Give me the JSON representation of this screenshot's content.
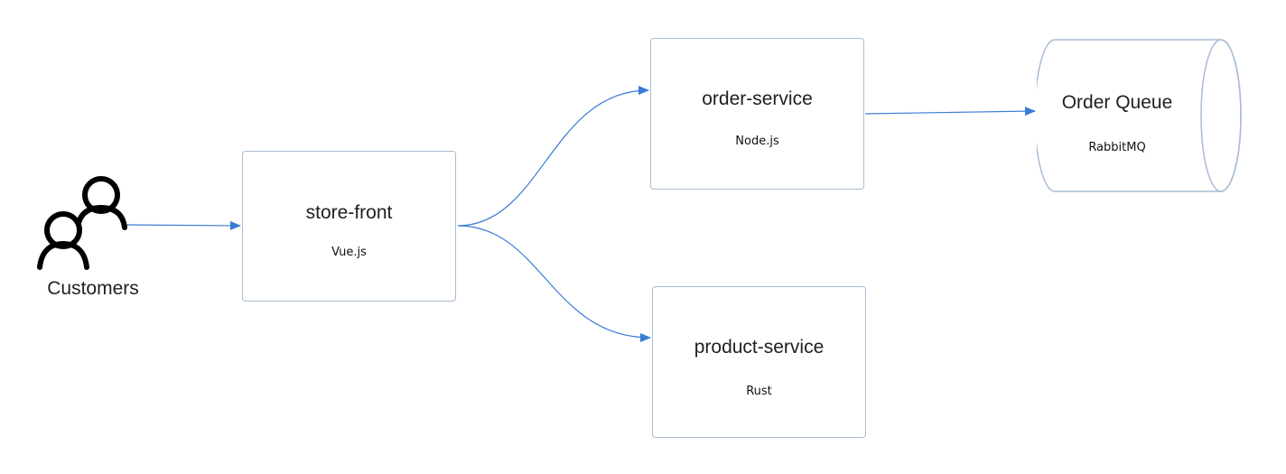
{
  "diagram": {
    "actor": {
      "label": "Customers",
      "icon": "users-icon"
    },
    "nodes": {
      "store_front": {
        "title": "store-front",
        "tech": "Vue.js"
      },
      "order_service": {
        "title": "order-service",
        "tech": "Node.js"
      },
      "product_service": {
        "title": "product-service",
        "tech": "Rust"
      },
      "order_queue": {
        "title": "Order Queue",
        "tech": "RabbitMQ",
        "shape": "cylinder"
      }
    },
    "edges": [
      {
        "from": "Customers",
        "to": "store-front"
      },
      {
        "from": "store-front",
        "to": "order-service"
      },
      {
        "from": "store-front",
        "to": "product-service"
      },
      {
        "from": "order-service",
        "to": "Order Queue"
      }
    ],
    "colors": {
      "edge": "#3a7bd5",
      "node_border": "#a8bcd4",
      "icon": "#000000"
    }
  }
}
